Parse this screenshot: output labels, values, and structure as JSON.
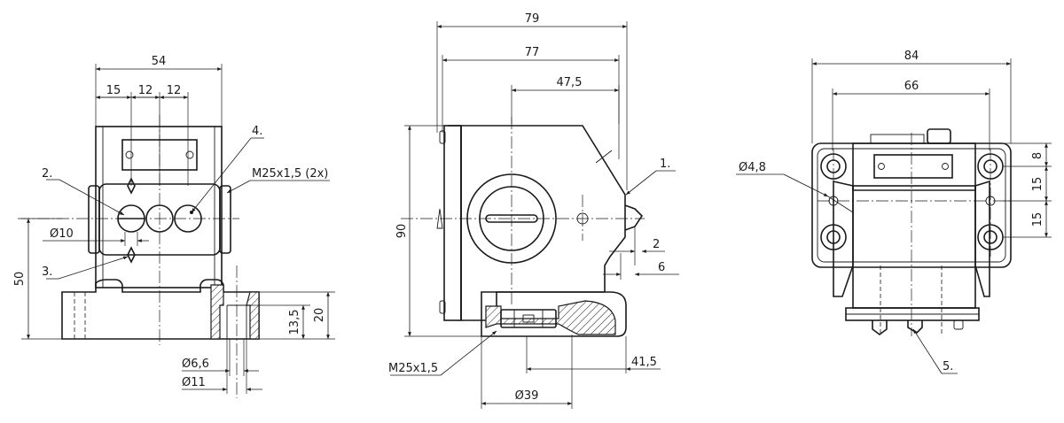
{
  "front_view": {
    "dims": {
      "width_total": "54",
      "pitch_a": "15",
      "pitch_b": "12",
      "pitch_c": "12",
      "bore": "Ø10",
      "height": "50",
      "depth_inner": "13,5",
      "depth_outer": "20",
      "hole_small": "Ø6,6",
      "hole_large": "Ø11"
    },
    "callouts": {
      "item_2": "2.",
      "item_3": "3.",
      "item_4": "4.",
      "thread": "M25x1,5 (2x)"
    }
  },
  "side_view": {
    "dims": {
      "width_79": "79",
      "width_77": "77",
      "width_47_5": "47,5",
      "height_90": "90",
      "offset_2": "2",
      "offset_6": "6",
      "length_41_5": "41,5",
      "diameter_39": "Ø39"
    },
    "callouts": {
      "item_1": "1.",
      "thread": "M25x1,5"
    }
  },
  "top_view": {
    "dims": {
      "width_84": "84",
      "width_66": "66",
      "hole_dia": "Ø4,8",
      "offset_8": "8",
      "pitch_15a": "15",
      "pitch_15b": "15"
    },
    "callouts": {
      "item_5": "5."
    }
  }
}
